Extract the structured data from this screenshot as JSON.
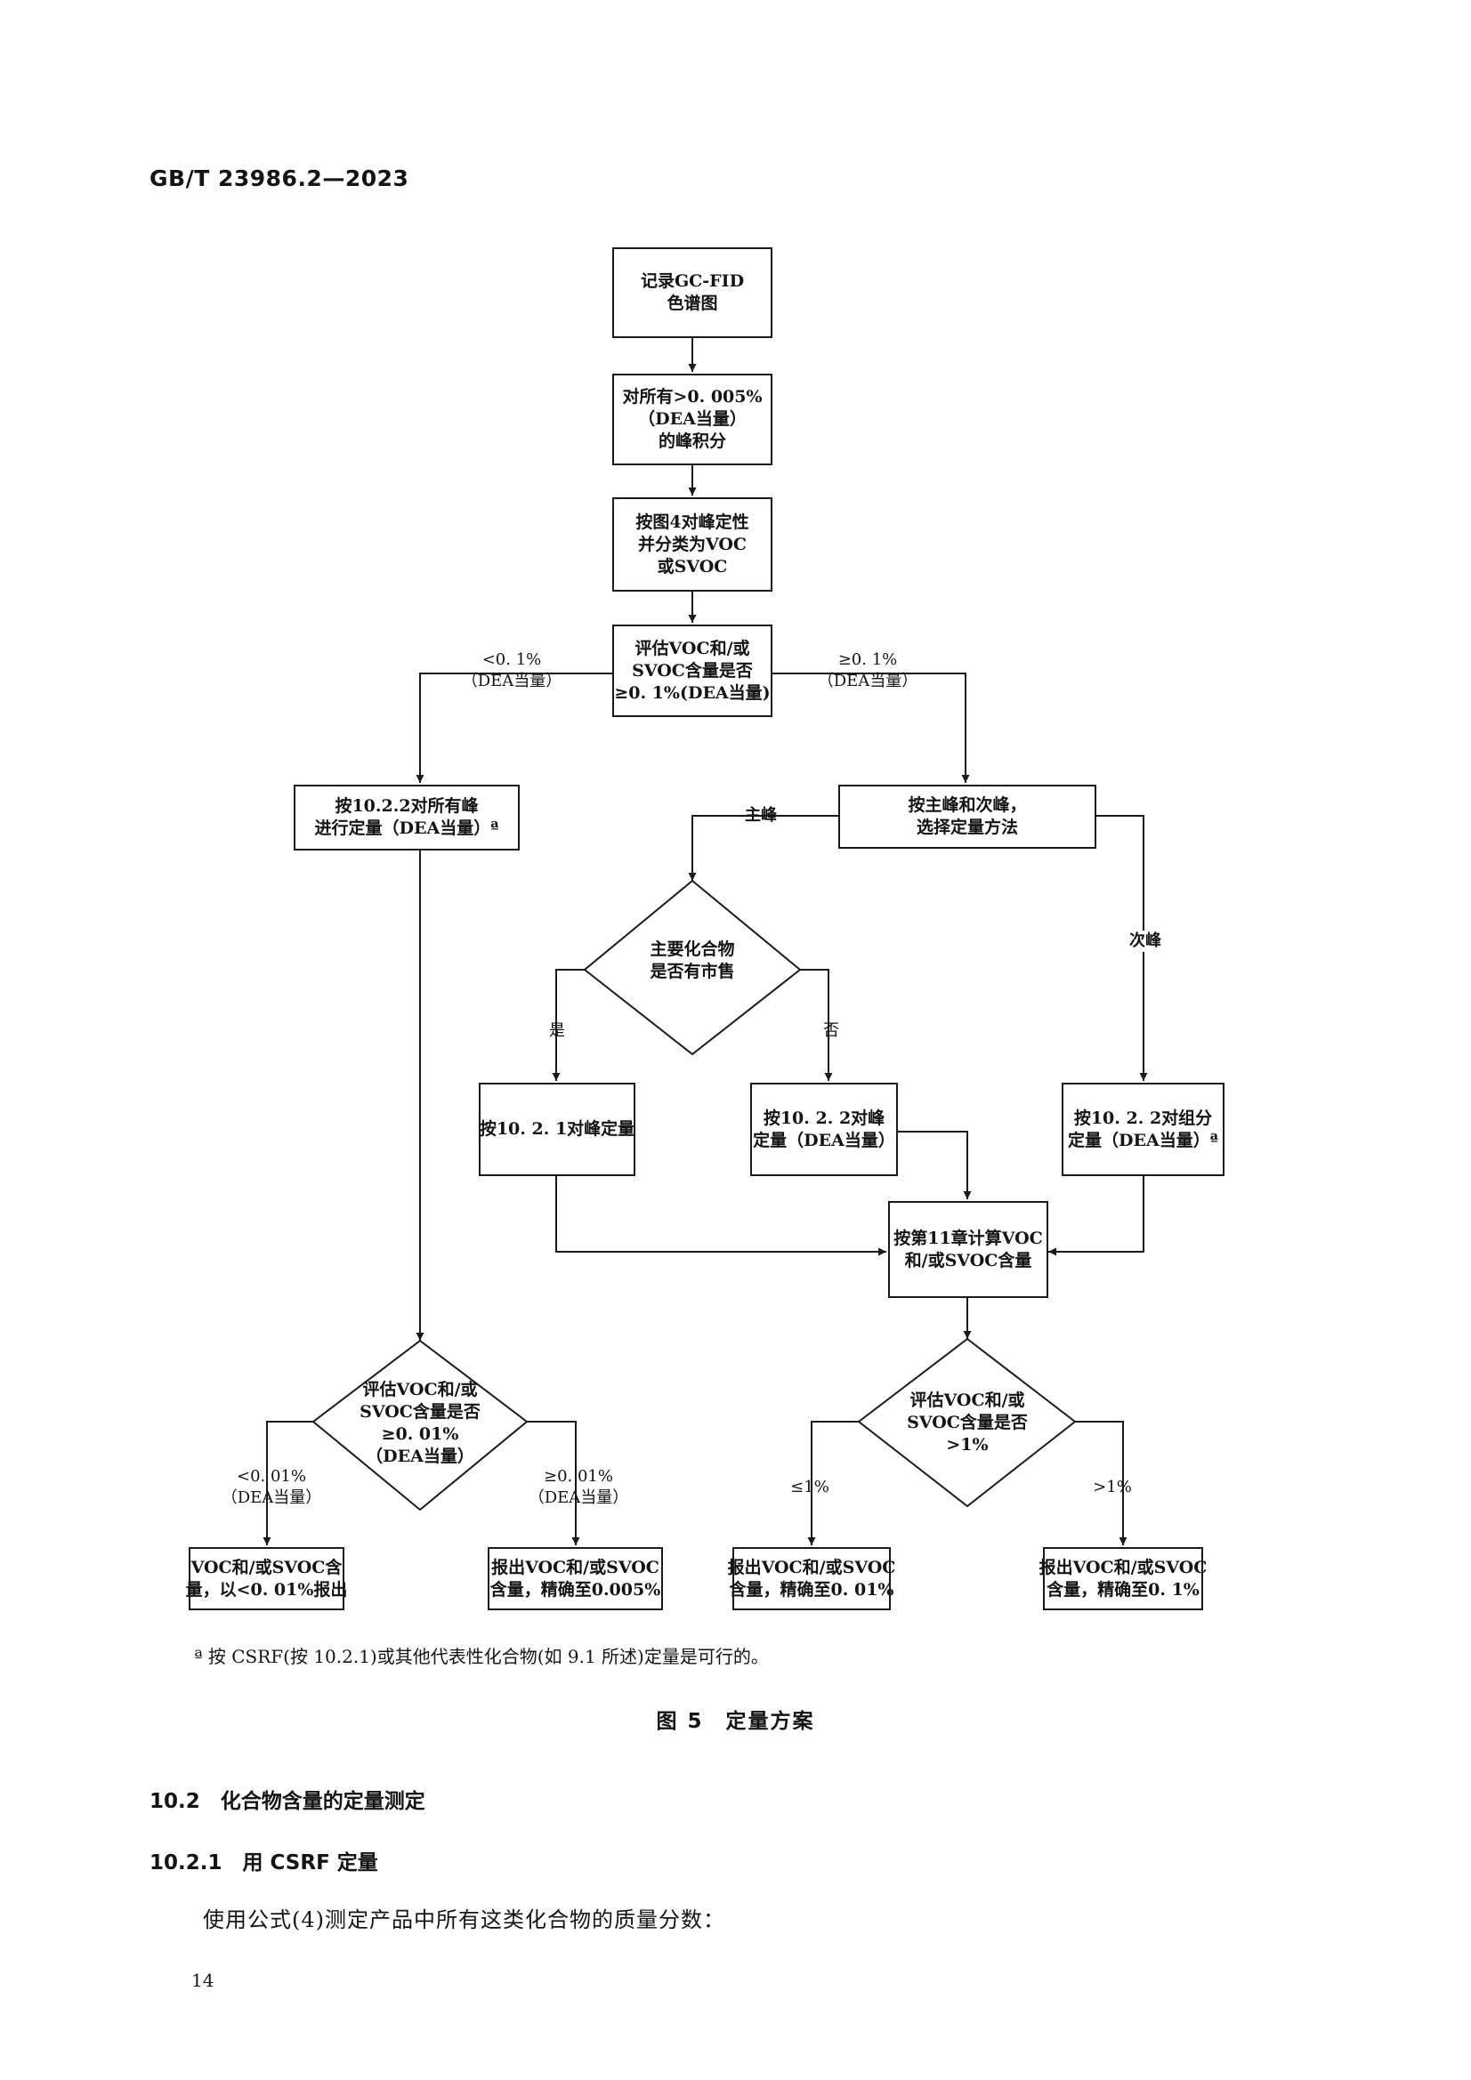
{
  "header": {
    "code": "GB/T  23986.2—2023"
  },
  "flowchart": {
    "step1": [
      "记录GC-FID",
      "色谱图"
    ],
    "step2": [
      "对所有>0. 005%",
      "（DEA当量）",
      "的峰积分"
    ],
    "step3": [
      "按图4对峰定性",
      "并分类为VOC",
      "或SVOC"
    ],
    "step4": [
      "评估VOC和/或",
      "SVOC含量是否",
      "≥0. 1%(DEA当量)"
    ],
    "label_lt": [
      "<0. 1%",
      "（DEA当量）"
    ],
    "label_ge": [
      "≥0. 1%",
      "（DEA当量）"
    ],
    "left_quant": [
      "按10.2.2对所有峰",
      "进行定量（DEA当量）ª"
    ],
    "select_method": [
      "按主峰和次峰，",
      "选择定量方法"
    ],
    "label_main": "主峰",
    "label_minor": "次峰",
    "diamond_market": [
      "主要化合物",
      "是否有市售"
    ],
    "label_yes": "是",
    "label_no": "否",
    "quant_1021": [
      "按10. 2. 1对峰定量"
    ],
    "quant_1022_peak": [
      "按10. 2. 2对峰",
      "定量（DEA当量）"
    ],
    "quant_1022_comp": [
      "按10. 2. 2对组分",
      "定量（DEA当量）ª"
    ],
    "calc": [
      "按第11章计算VOC",
      "和/或SVOC含量"
    ],
    "diamond_left": [
      "评估VOC和/或",
      "SVOC含量是否",
      "≥0. 01%",
      "（DEA当量）"
    ],
    "label_lt001": [
      "<0. 01%",
      "（DEA当量）"
    ],
    "label_ge001": [
      "≥0. 01%",
      "（DEA当量）"
    ],
    "diamond_right": [
      "评估VOC和/或",
      "SVOC含量是否",
      ">1%"
    ],
    "label_le1": "≤1%",
    "label_gt1": ">1%",
    "out1": [
      "VOC和/或SVOC含",
      "量，以<0. 01%报出"
    ],
    "out2": [
      "报出VOC和/或SVOC",
      "含量，精确至0.005%"
    ],
    "out3": [
      "报出VOC和/或SVOC",
      "含量，精确至0. 01%"
    ],
    "out4": [
      "报出VOC和/或SVOC",
      "含量，精确至0. 1%"
    ]
  },
  "footnote": "ª 按 CSRF(按 10.2.1)或其他代表性化合物(如 9.1 所述)定量是可行的。",
  "caption": "图 5　定量方案",
  "section_10_2": "10.2　化合物含量的定量测定",
  "section_10_2_1": "10.2.1　用 CSRF 定量",
  "body_text": "使用公式(4)测定产品中所有这类化合物的质量分数：",
  "page_number": "14"
}
